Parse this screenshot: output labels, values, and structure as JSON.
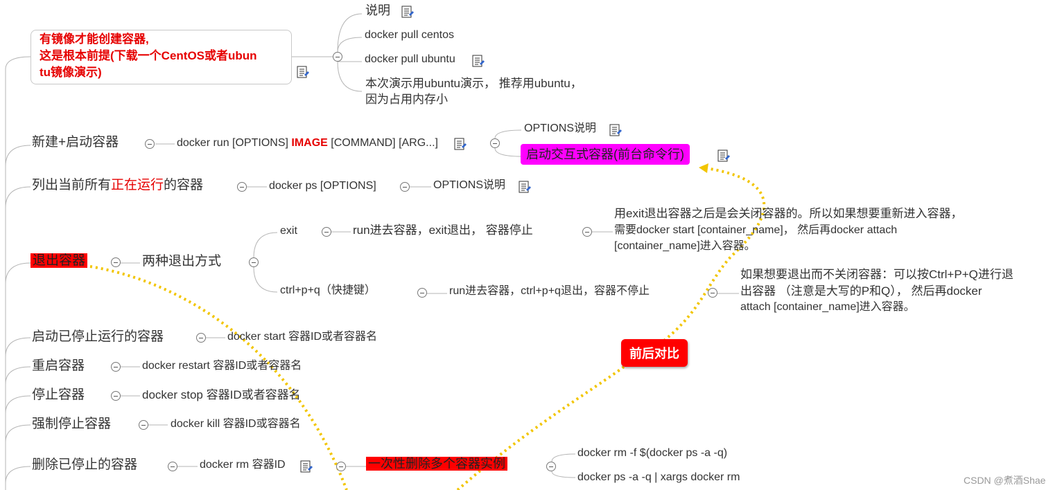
{
  "root": {
    "line1": "有镜像才能创建容器,",
    "line2": "这是根本前提(下载一个CentOS或者ubun",
    "line3": "tu镜像演示)",
    "children": {
      "shuoming": "说明",
      "pull_centos": "docker pull centos",
      "pull_ubuntu": "docker pull ubuntu",
      "ubuntu_note_1": "本次演示用ubuntu演示， 推荐用ubuntu，",
      "ubuntu_note_2": "因为占用内存小"
    }
  },
  "run": {
    "topic": "新建+启动容器",
    "cmd_pre": "docker run [OPTIONS] ",
    "cmd_image": "IMAGE",
    "cmd_post": " [COMMAND] [ARG...]",
    "options": "OPTIONS说明",
    "interactive": "启动交互式容器(前台命令行)"
  },
  "ps": {
    "topic_pre": "列出当前所有",
    "topic_red": "正在运行",
    "topic_post": "的容器",
    "cmd": "docker ps [OPTIONS]",
    "options": "OPTIONS说明"
  },
  "exit": {
    "topic": "退出容器",
    "two_ways": "两种退出方式",
    "way1": "exit",
    "way1_desc": "run进去容器，exit退出， 容器停止",
    "way1_note_1": "用exit退出容器之后是会关闭容器的。所以如果想要重新进入容器，",
    "way1_note_2": "需要docker start [container_name]， 然后再docker attach",
    "way1_note_3": "[container_name]进入容器。",
    "way2": "ctrl+p+q（快捷键）",
    "way2_desc": "run进去容器，ctrl+p+q退出，容器不停止",
    "way2_note_1": "如果想要退出而不关闭容器：可以按Ctrl+P+Q进行退",
    "way2_note_2": "出容器 （注意是大写的P和Q）， 然后再docker",
    "way2_note_3": "attach [container_name]进入容器。"
  },
  "start": {
    "topic": "启动已停止运行的容器",
    "cmd": "docker start 容器ID或者容器名"
  },
  "restart": {
    "topic": "重启容器",
    "cmd": "docker restart 容器ID或者容器名"
  },
  "stop": {
    "topic": "停止容器",
    "cmd": "docker stop 容器ID或者容器名"
  },
  "kill": {
    "topic": "强制停止容器",
    "cmd": "docker kill 容器ID或容器名"
  },
  "rm": {
    "topic": "删除已停止的容器",
    "cmd": "docker rm 容器ID",
    "bulk": "一次性删除多个容器实例",
    "bulk1": "docker rm -f $(docker ps -a -q)",
    "bulk2": "docker ps -a -q | xargs docker rm"
  },
  "compare_badge": "前后对比",
  "watermark": "CSDN @煮酒Shae",
  "icons": [
    "note-icon",
    "collapse-icon"
  ],
  "colors": {
    "red": "#ff0000",
    "magenta": "#ff00ff",
    "dotted": "#ffcc00",
    "line": "#b0b0b0"
  }
}
